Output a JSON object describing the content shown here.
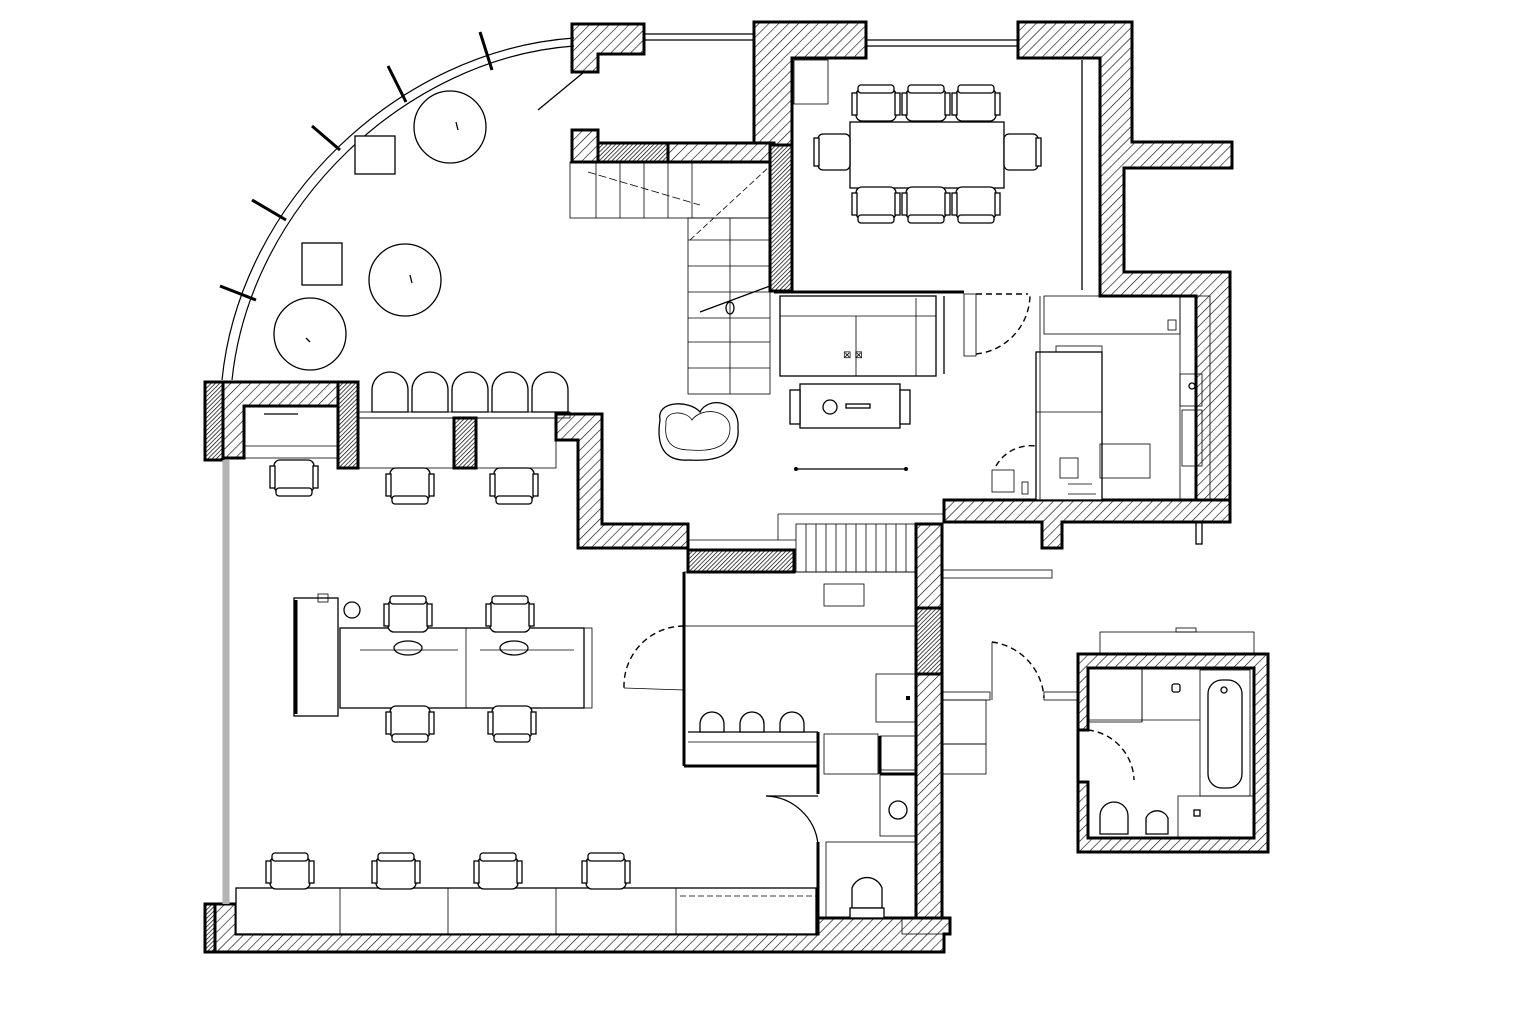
{
  "labels": {},
  "colors": {
    "background": "#ffffff",
    "lines": "#000000",
    "glazing_gray": "#b3b3b3"
  },
  "icons": [
    "hatched-wall",
    "door-swing",
    "chair",
    "table",
    "sofa",
    "bathtub",
    "toilet",
    "sink",
    "stair"
  ]
}
